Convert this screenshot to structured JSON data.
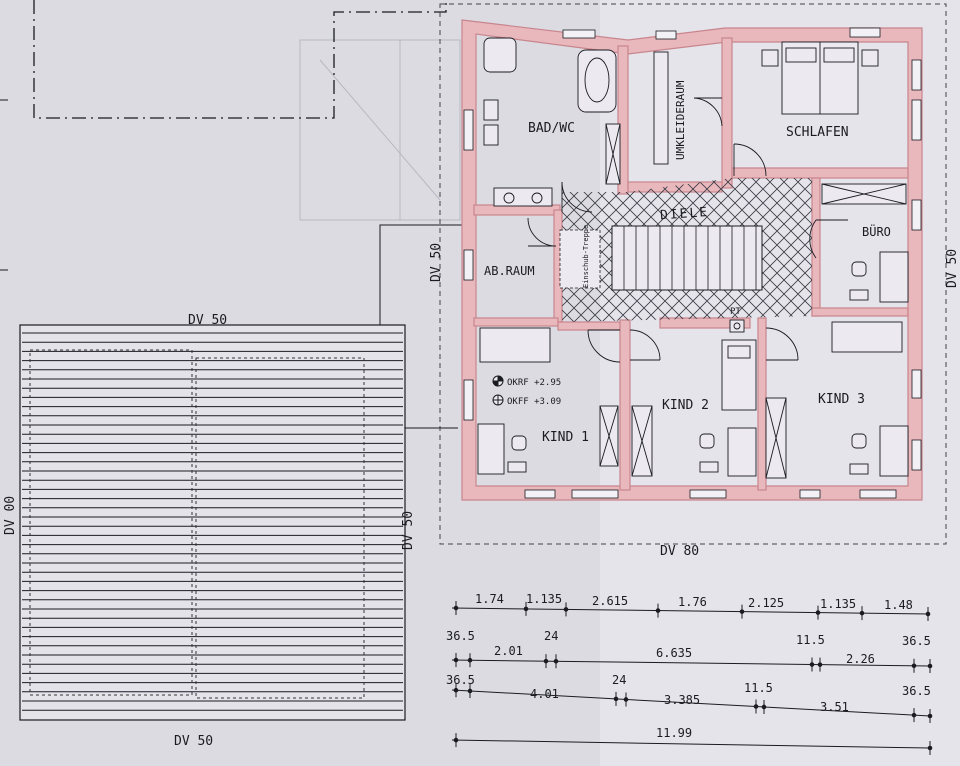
{
  "rooms": {
    "bad": "BAD/WC",
    "umkleide": "UMKLEIDERAUM",
    "schlafen": "SCHLAFEN",
    "diele": "DIELE",
    "buero": "BÜRO",
    "abraum": "AB.RAUM",
    "kind1": "KIND 1",
    "kind2": "KIND 2",
    "kind3": "KIND 3"
  },
  "stair_note": "Einschub-Treppe",
  "pt_label": "PT",
  "levels": {
    "okrf": "OKRF +2.95",
    "okff": "OKFF +3.09"
  },
  "roof_labels": {
    "dv50_top": "DV 50",
    "dv50_bottom": "DV 50",
    "dv50_roof_right": "DV 50",
    "dv00_left": "DV 00",
    "dv50_house_left": "DV 50",
    "dv50_house_right": "DV 50",
    "dv80_bottom": "DV 80"
  },
  "dimensions": {
    "row1": [
      "1.74",
      "1.135",
      "2.615",
      "1.76",
      "2.125",
      "1.135",
      "1.48"
    ],
    "row2": [
      "36.5",
      "2.01",
      "24",
      "6.635",
      "11.5",
      "2.26",
      "36.5"
    ],
    "row3": [
      "36.5",
      "4.01",
      "24",
      "3.385",
      "11.5",
      "3.51",
      "36.5"
    ],
    "total": "11.99"
  },
  "colors": {
    "paper": "#dcdbe2",
    "wall_fill": "#e8b8bd",
    "wall_line": "#c9858d",
    "ink": "#1b1b22"
  }
}
